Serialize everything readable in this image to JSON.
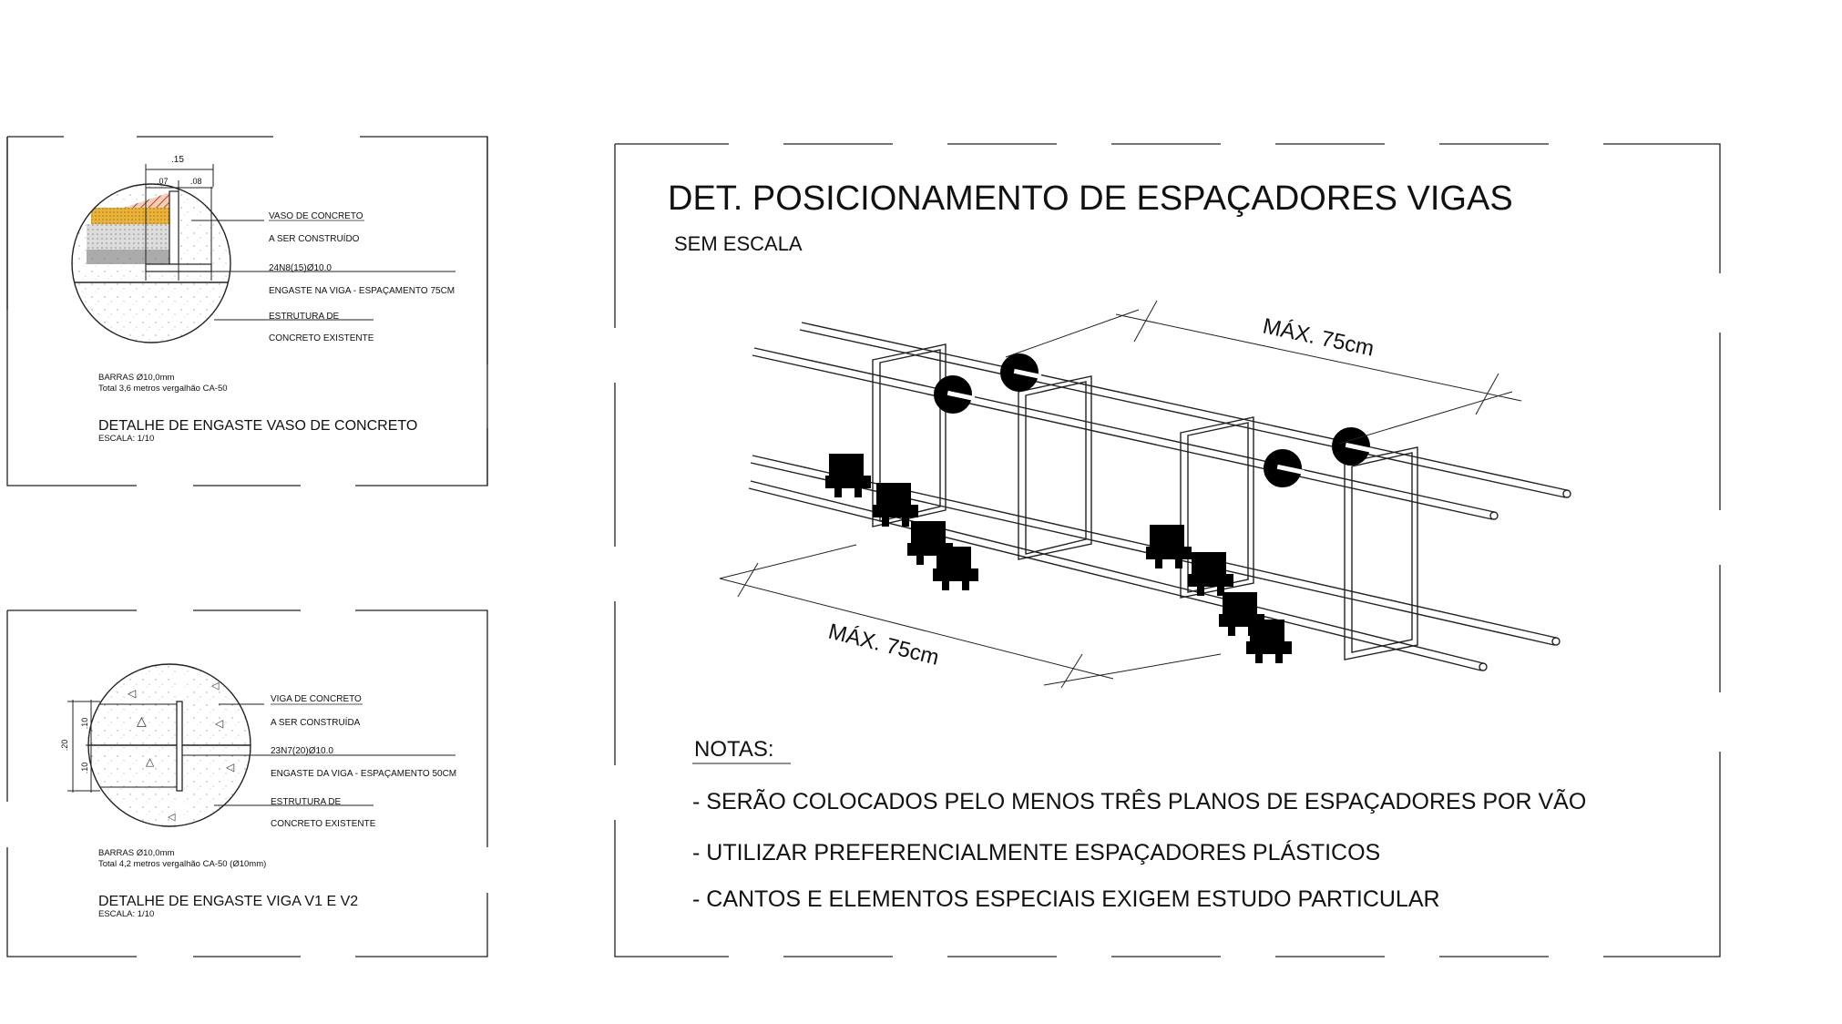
{
  "detail_vaso": {
    "dim_total": ".15",
    "dim_left": ".07",
    "dim_right": ".08",
    "label_vaso_1": "VASO DE CONCRETO",
    "label_vaso_2": "A SER CONSTRUÍDO",
    "label_bar": "24N8(15)Ø10.0",
    "label_engaste": "ENGASTE NA VIGA - ESPAÇAMENTO 75CM",
    "label_estrutura_1": "ESTRUTURA DE",
    "label_estrutura_2": "CONCRETO EXISTENTE",
    "note_1": "BARRAS Ø10,0mm",
    "note_2": "Total 3,6 metros vergalhão CA-50",
    "title": "DETALHE DE ENGASTE VASO DE CONCRETO",
    "scale": "ESCALA: 1/10"
  },
  "detail_viga": {
    "dim_top": ".10",
    "dim_bottom": ".10",
    "dim_total": ".20",
    "label_viga_1": "VIGA DE CONCRETO",
    "label_viga_2": "A SER CONSTRUÍDA",
    "label_bar": "23N7(20)Ø10.0",
    "label_engaste": "ENGASTE DA VIGA - ESPAÇAMENTO 50CM",
    "label_estrutura_1": "ESTRUTURA DE",
    "label_estrutura_2": "CONCRETO EXISTENTE",
    "note_1": "BARRAS Ø10,0mm",
    "note_2": "Total 4,2 metros vergalhão CA-50 (Ø10mm)",
    "title": "DETALHE DE ENGASTE VIGA V1 E V2",
    "scale": "ESCALA: 1/10"
  },
  "main_detail": {
    "title": "DET. POSICIONAMENTO DE ESPAÇADORES VIGAS",
    "subtitle": "SEM ESCALA",
    "dim_top": "MÁX. 75cm",
    "dim_bottom": "MÁX. 75cm",
    "notes_heading": "NOTAS:",
    "notes": [
      "- SERÃO COLOCADOS PELO MENOS TRÊS PLANOS DE ESPAÇADORES POR VÃO",
      "- UTILIZAR PREFERENCIALMENTE ESPAÇADORES PLÁSTICOS",
      "- CANTOS E ELEMENTOS ESPECIAIS EXIGEM ESTUDO PARTICULAR"
    ]
  },
  "colors": {
    "line": "#222222",
    "hatch_brick": "#c0392b",
    "hatch_sand": "#e3a72f",
    "spacer": "#000000"
  }
}
